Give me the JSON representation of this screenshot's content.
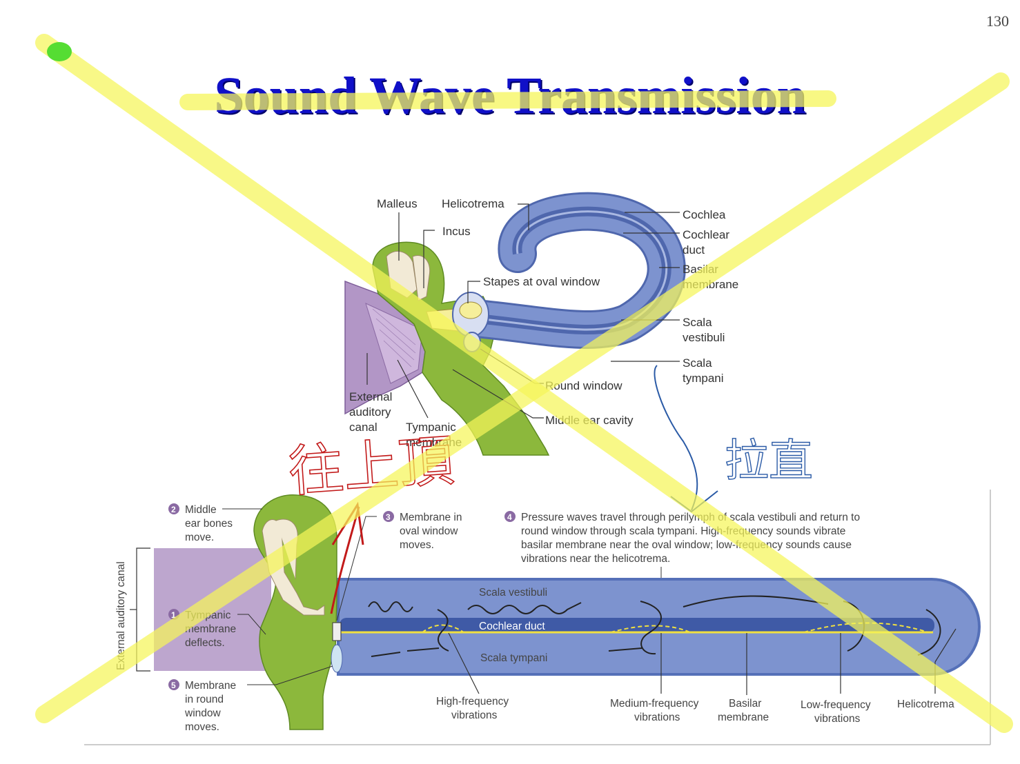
{
  "page": {
    "number": "130",
    "title": "Sound Wave Transmission"
  },
  "top_diagram": {
    "labels": {
      "malleus": "Malleus",
      "helicotrema": "Helicotrema",
      "incus": "Incus",
      "stapes": "Stapes at oval window",
      "cochlea": "Cochlea",
      "cochlear_duct": [
        "Cochlear",
        "duct"
      ],
      "basilar_membrane": [
        "Basilar",
        "membrane"
      ],
      "scala_vestibuli": [
        "Scala",
        "vestibuli"
      ],
      "scala_tympani": [
        "Scala",
        "tympani"
      ],
      "round_window": "Round window",
      "middle_ear_cavity": "Middle ear cavity",
      "external_canal": [
        "External",
        "auditory",
        "canal"
      ],
      "tympanic_membrane": [
        "Tympanic",
        "membrane"
      ]
    }
  },
  "bottom_diagram": {
    "side_label": "External auditory canal",
    "steps": [
      {
        "num": "1",
        "lines": [
          "Tympanic",
          "membrane",
          "deflects."
        ]
      },
      {
        "num": "2",
        "lines": [
          "Middle",
          "ear bones",
          "move."
        ]
      },
      {
        "num": "3",
        "lines": [
          "Membrane in",
          "oval window",
          "moves."
        ]
      },
      {
        "num": "4",
        "lines": [
          "Pressure waves travel through perilymph of scala vestibuli and return to",
          "round window through scala tympani. High-frequency sounds vibrate",
          "basilar membrane near the oval window; low-frequency sounds cause",
          "vibrations near the helicotrema."
        ]
      },
      {
        "num": "5",
        "lines": [
          "Membrane",
          "in round",
          "window",
          "moves."
        ]
      }
    ],
    "inner_labels": {
      "scala_vestibuli": "Scala vestibuli",
      "cochlear_duct": "Cochlear duct",
      "scala_tympani": "Scala tympani"
    },
    "bottom_labels": {
      "high_freq": [
        "High-frequency",
        "vibrations"
      ],
      "medium_freq": [
        "Medium-frequency",
        "vibrations"
      ],
      "basilar": [
        "Basilar",
        "membrane"
      ],
      "low_freq": [
        "Low-frequency",
        "vibrations"
      ],
      "helicotrema": "Helicotrema"
    }
  },
  "handwriting": {
    "red": "往上頂",
    "blue": "拉直"
  },
  "colors": {
    "title": "#1010c8",
    "highlighter": "#f6f65a",
    "cochlea": "#7d93cf",
    "green": "#8cb83c",
    "purple": "#b296c6",
    "ink_red": "#c21a1a",
    "ink_blue": "#2a5aa6"
  }
}
